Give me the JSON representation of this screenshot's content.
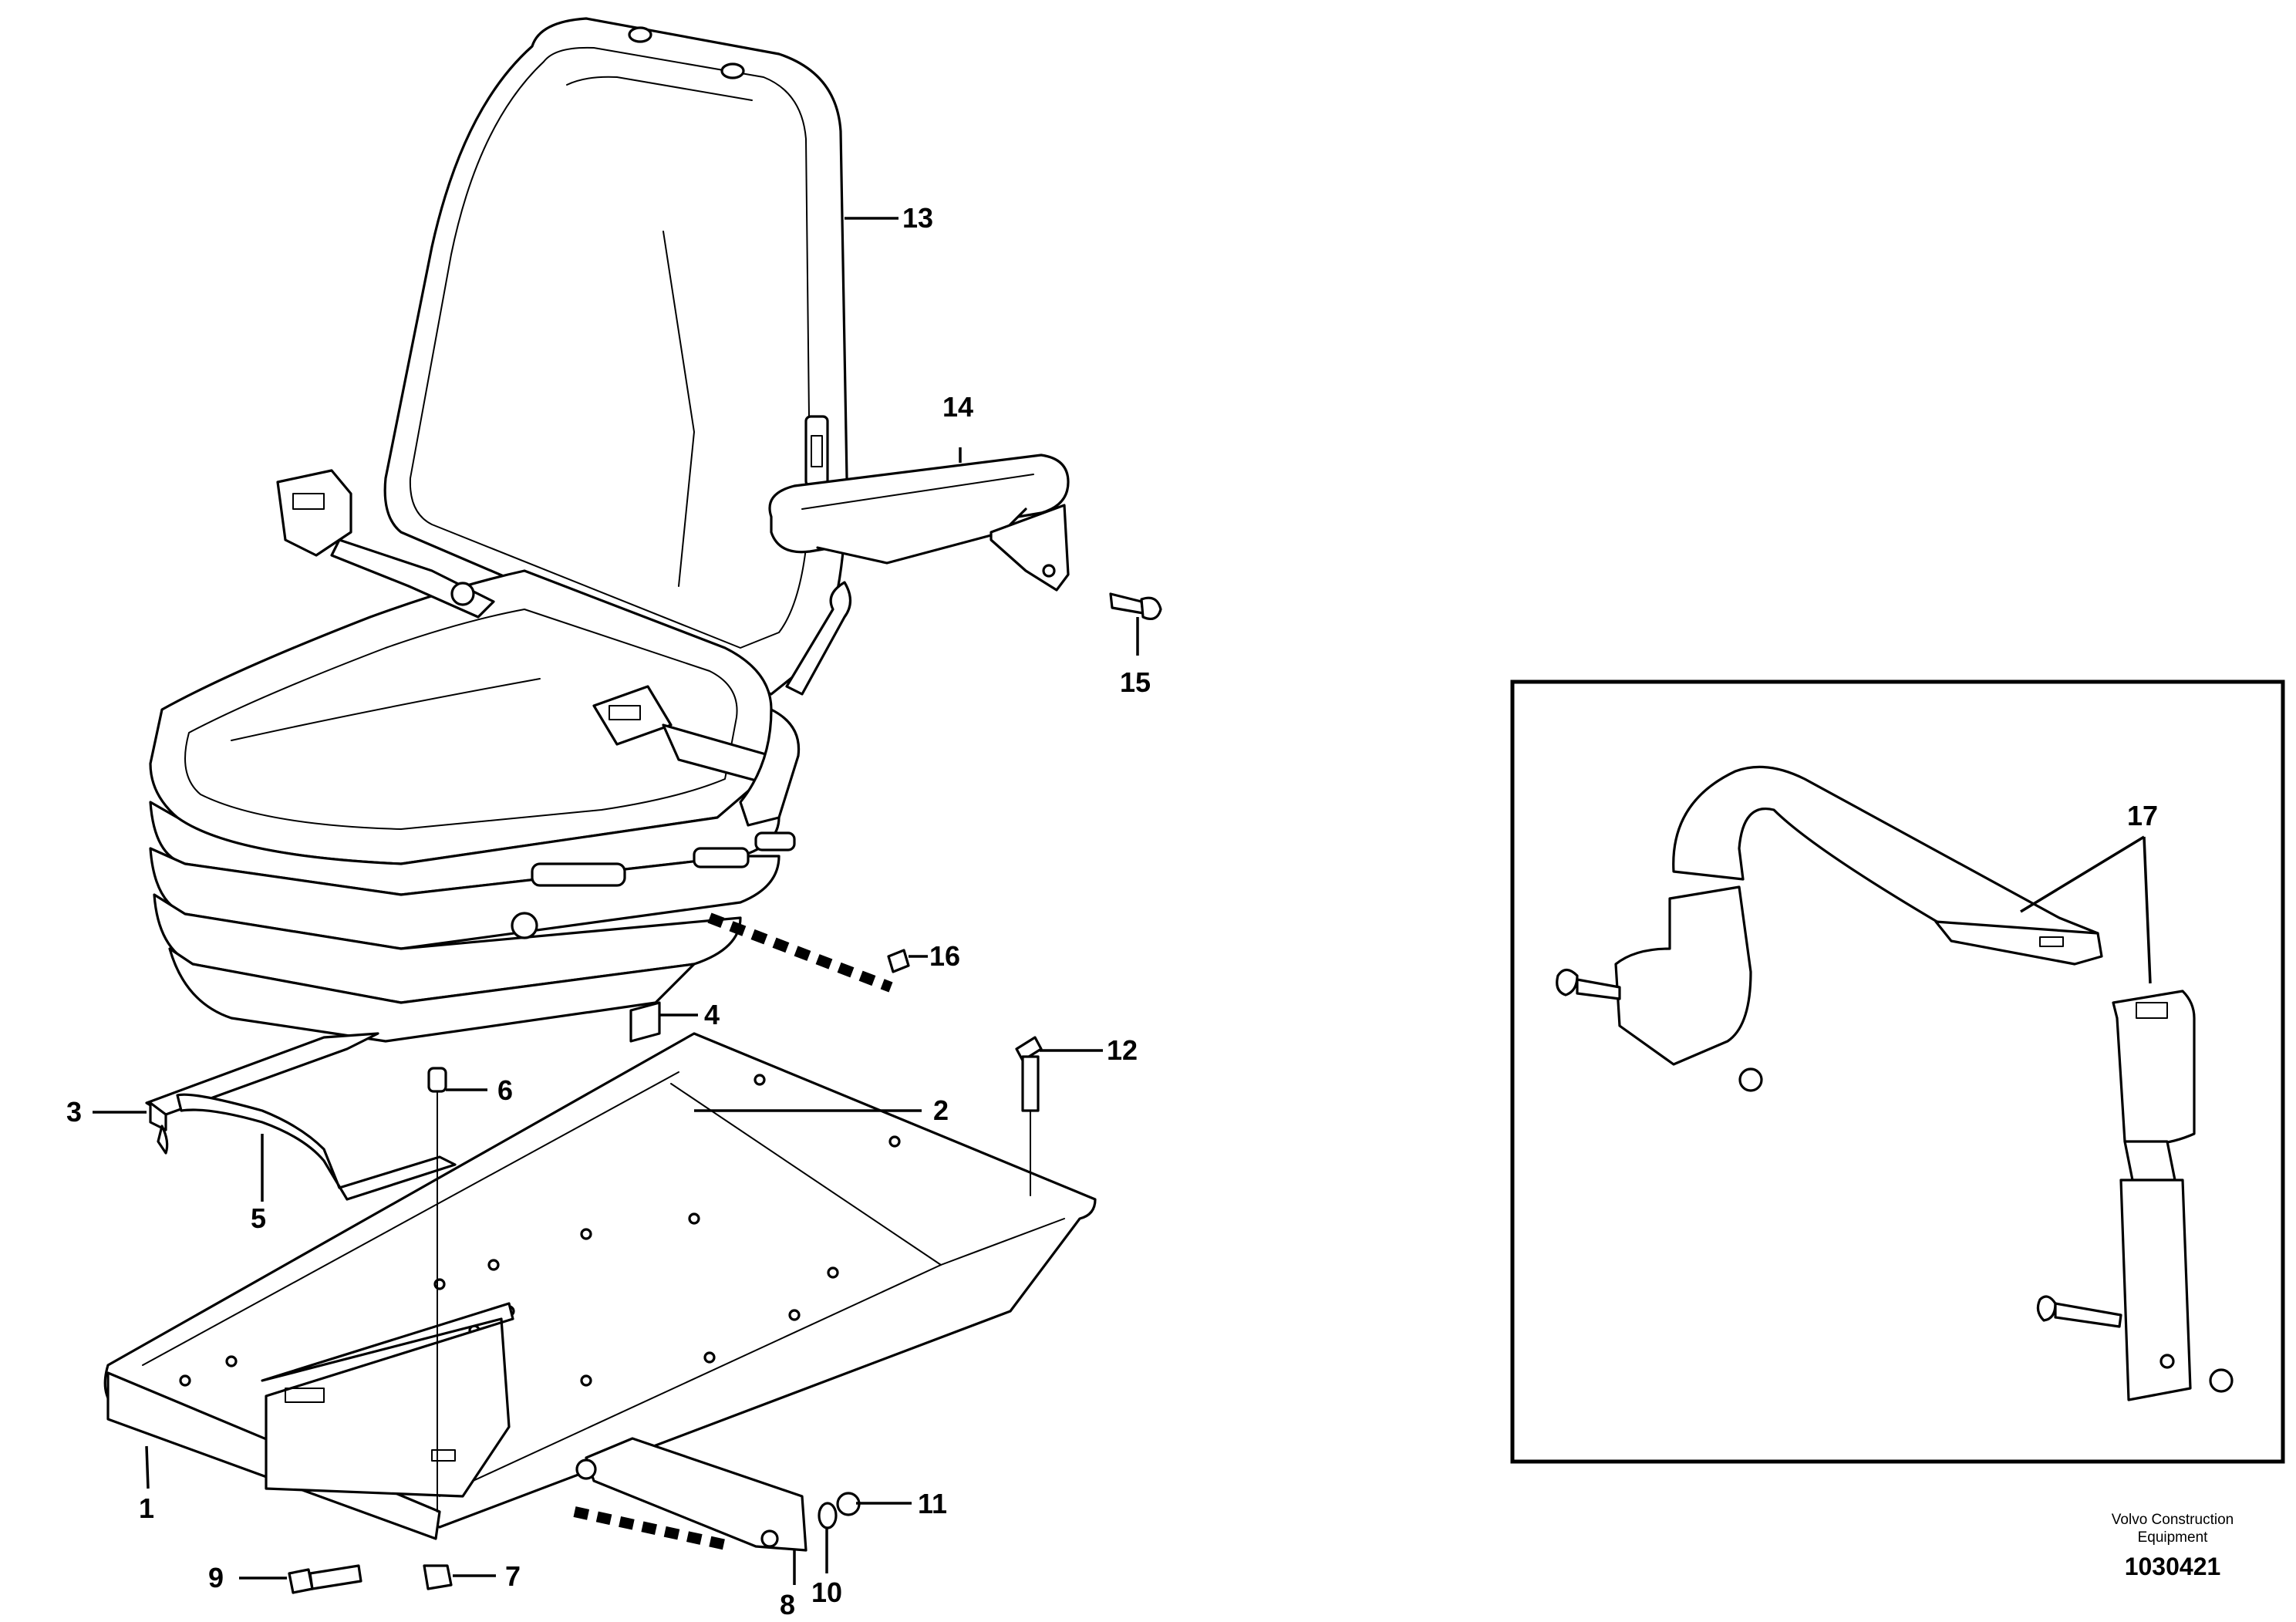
{
  "callouts": {
    "c1": "1",
    "c2": "2",
    "c3": "3",
    "c4": "4",
    "c5": "5",
    "c6": "6",
    "c7": "7",
    "c8": "8",
    "c9": "9",
    "c10": "10",
    "c11": "11",
    "c12": "12",
    "c13": "13",
    "c14": "14",
    "c15": "15",
    "c16": "16",
    "c17": "17"
  },
  "footer": {
    "credit_line1": "Volvo Construction",
    "credit_line2": "Equipment",
    "drawing_number": "1030421"
  }
}
